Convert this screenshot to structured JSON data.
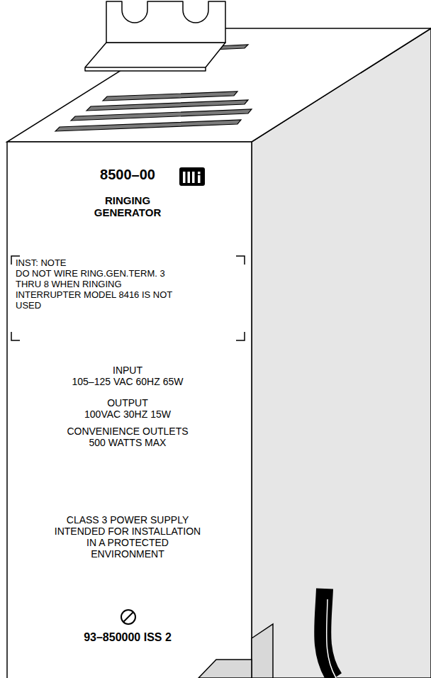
{
  "diagram": {
    "nodes": [
      {
        "text": [
          "8500–00",
          "RINGING GENERATOR",
          "INST: NOTE",
          "DO NOT WIRE RING.GEN.TERM. 3 THRU 8 WHEN RINGING INTERRUPTER MODEL 8416 IS NOT USED",
          "INPUT",
          "105–125 VAC 60HZ 65W",
          "OUTPUT",
          "100VAC 30HZ 15W",
          "CONVENIENCE OUTLETS",
          "500 WATTS MAX",
          "CLASS 3 POWER SUPPLY INTENDED FOR INSTALLATION IN A PROTECTED ENVIRONMENT",
          "93–850000 ISS 2"
        ]
      }
    ],
    "edges": []
  }
}
